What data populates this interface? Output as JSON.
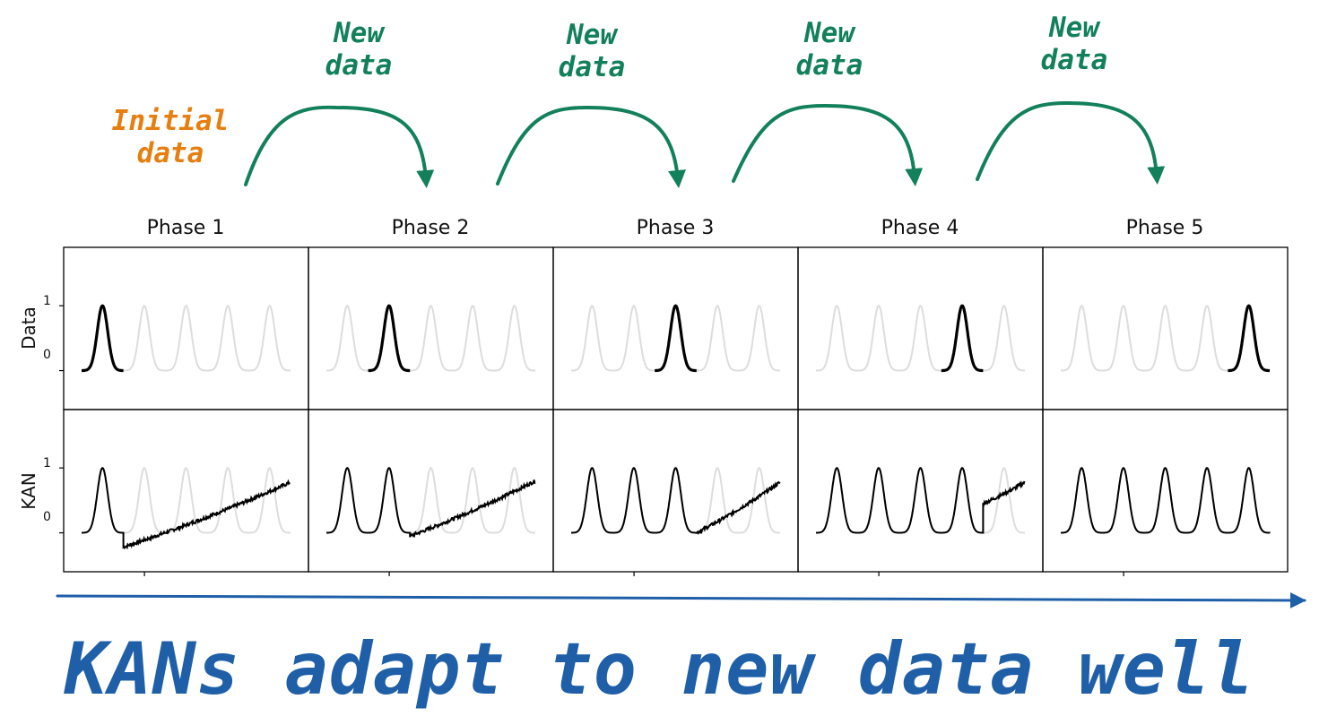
{
  "annotations": {
    "initial": "Initial\ndata",
    "new_data": [
      "New\ndata",
      "New\ndata",
      "New\ndata",
      "New\ndata"
    ]
  },
  "footer": "KANs adapt to new data well",
  "colors": {
    "arrow_green": "#12805a",
    "initial_orange": "#e67e10",
    "footer_blue": "#1f5fa8",
    "faded_peak": "#dddddd",
    "line": "#000000"
  },
  "chart_data": {
    "type": "line",
    "phases": [
      "Phase 1",
      "Phase 2",
      "Phase 3",
      "Phase 4",
      "Phase 5"
    ],
    "rows": [
      "Data",
      "KAN"
    ],
    "y_ticks": [
      {
        "value": 1,
        "label": "1"
      },
      {
        "value": 0,
        "label": "0"
      }
    ],
    "xlim": [
      -1,
      1
    ],
    "ylim": [
      -0.6,
      1.9
    ],
    "peak_centers": [
      -0.8,
      -0.4,
      0.0,
      0.4,
      0.8
    ],
    "peak_height": 1,
    "peak_width": 0.05,
    "kan_tail": [
      {
        "start_y": -0.22,
        "end_y": 0.78
      },
      {
        "start_y": -0.05,
        "end_y": 0.8
      },
      {
        "start_y": 0.0,
        "end_y": 0.78
      },
      {
        "start_y": 0.45,
        "end_y": 0.78
      },
      null
    ]
  }
}
